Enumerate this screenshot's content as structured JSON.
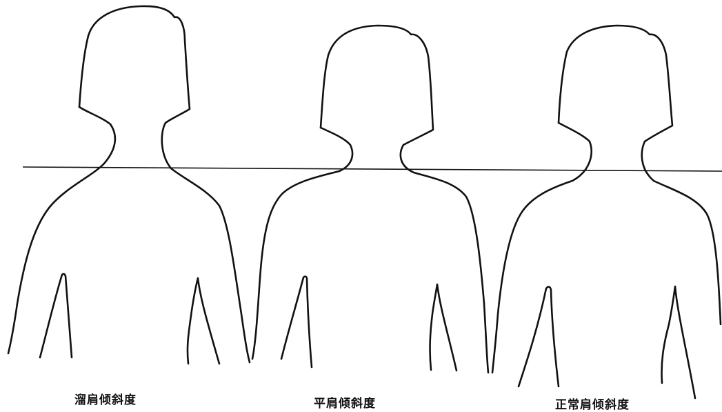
{
  "figure": {
    "captions": {
      "sloping_shoulder": "溜肩倾斜度",
      "flat_shoulder": "平肩倾斜度",
      "normal_shoulder": "正常肩倾斜度"
    }
  }
}
